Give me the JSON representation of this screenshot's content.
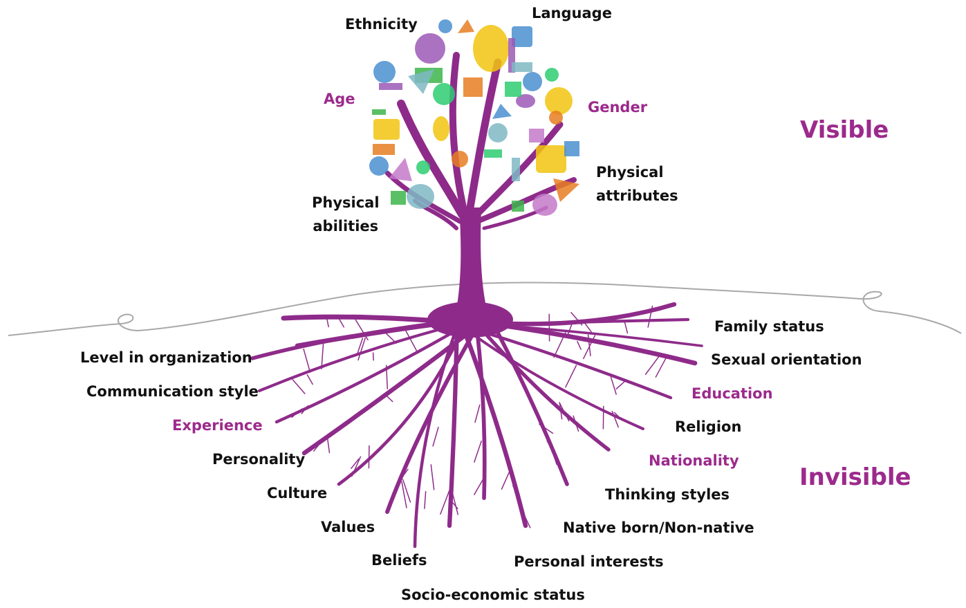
{
  "colors": {
    "tree": "#8e2b8a",
    "accent_text": "#9c2a8c",
    "text": "#111111",
    "ground_line": "#a8a8a8",
    "leaf_palette": [
      "#4a8fd0",
      "#9b59b6",
      "#f1c40f",
      "#2ecc71",
      "#e67e22",
      "#7fb8c4",
      "#3db54a",
      "#c479c9"
    ]
  },
  "headings": {
    "visible": "Visible",
    "invisible": "Invisible"
  },
  "visible_labels": {
    "ethnicity": "Ethnicity",
    "language": "Language",
    "age": "Age",
    "gender": "Gender",
    "physical_attributes": [
      "Physical",
      "attributes"
    ],
    "physical_abilities": [
      "Physical",
      "abilities"
    ]
  },
  "invisible_labels": {
    "family_status": "Family status",
    "sexual_orientation": "Sexual orientation",
    "education": "Education",
    "religion": "Religion",
    "nationality": "Nationality",
    "thinking_styles": "Thinking styles",
    "native_born": "Native born/Non-native",
    "personal_interests": "Personal interests",
    "socio_economic": "Socio-economic status",
    "beliefs": "Beliefs",
    "values": "Values",
    "culture": "Culture",
    "personality": "Personality",
    "experience": "Experience",
    "communication_style": "Communication style",
    "level_in_organization": "Level in organization"
  }
}
